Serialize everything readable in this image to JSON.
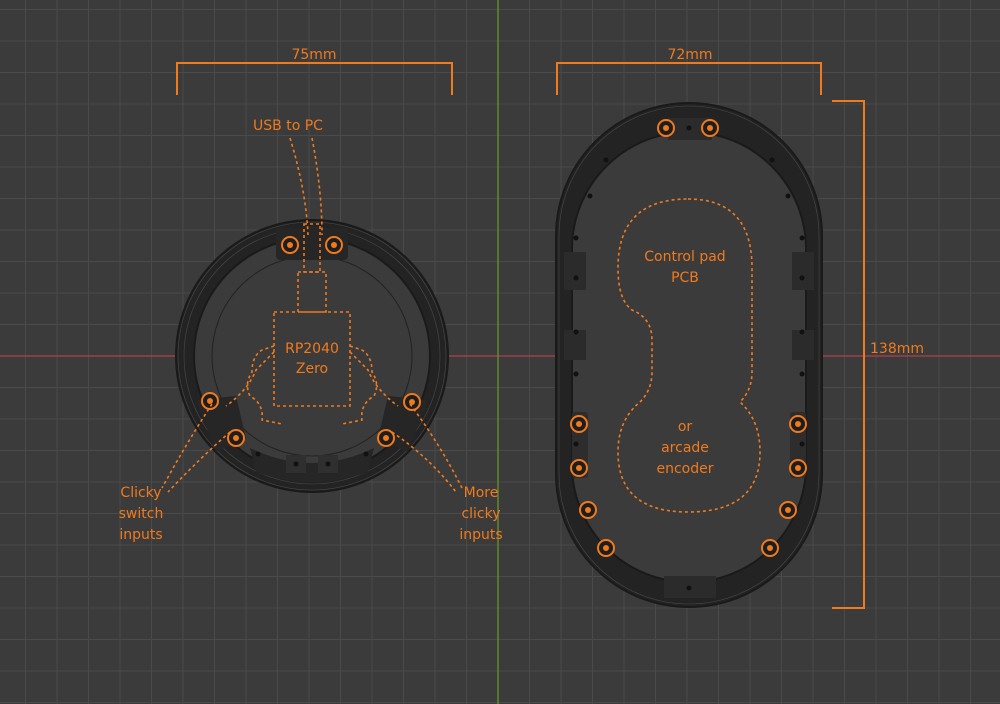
{
  "colors": {
    "background": "#3b3b3b",
    "grid_minor": "#4a4a4a",
    "grid_major": "#555555",
    "axis_x": "#b0404f",
    "axis_y": "#6a9a2a",
    "annotation": "#f07a1e",
    "part": "#262626"
  },
  "dimensions": {
    "round_width": "75mm",
    "oval_width": "72mm",
    "oval_height": "138mm"
  },
  "round_controller": {
    "usb_label": "USB to PC",
    "board_line1": "RP2040",
    "board_line2": "Zero",
    "left_inputs": [
      "Clicky",
      "switch",
      "inputs"
    ],
    "right_inputs": [
      "More",
      "clicky",
      "inputs"
    ]
  },
  "oval_controller": {
    "pcb_line1": "Control pad",
    "pcb_line2": "PCB",
    "alt_line1": "or",
    "alt_line2": "arcade",
    "alt_line3": "encoder"
  }
}
